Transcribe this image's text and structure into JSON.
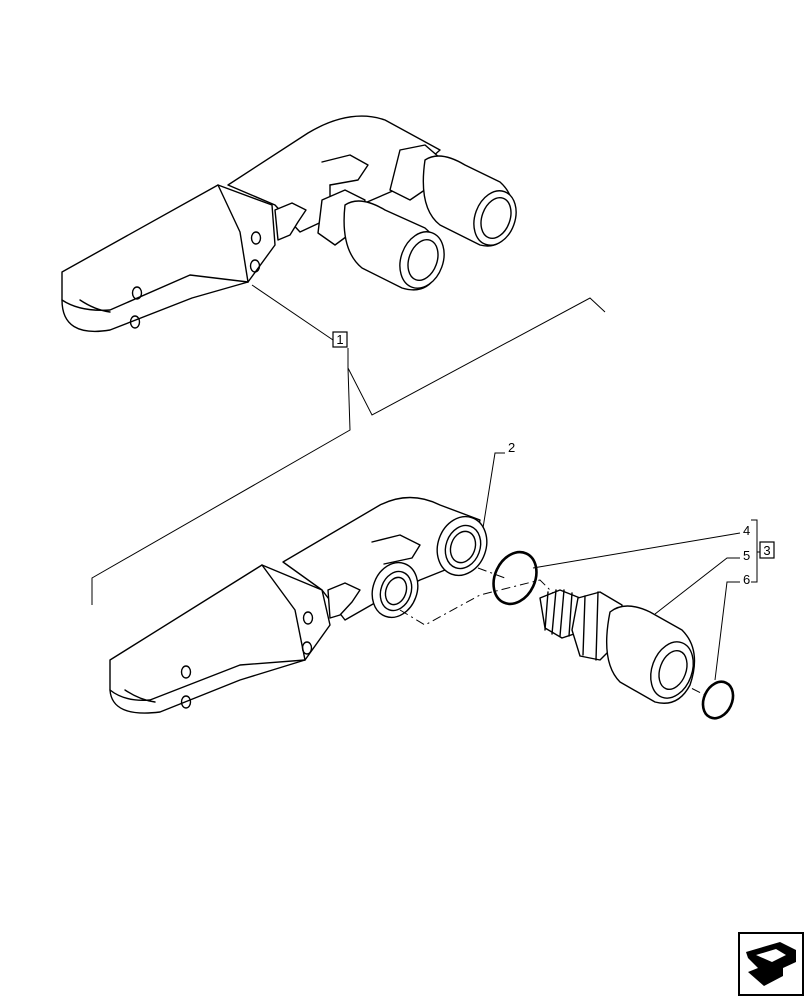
{
  "callouts": {
    "item1": "1",
    "item2": "2",
    "item3": "3",
    "item4": "4",
    "item5": "5",
    "item6": "6"
  },
  "icons": {
    "corner": "navigation-arrow-icon"
  }
}
